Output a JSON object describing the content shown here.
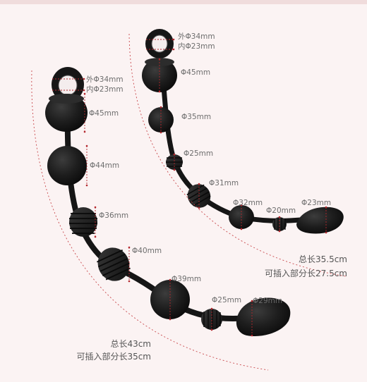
{
  "large_toy": {
    "labels": {
      "ring_outer": "外Φ34mm",
      "ring_inner": "内Φ23mm",
      "ball1": "Φ45mm",
      "ball2": "Φ44mm",
      "ball3": "Φ36mm",
      "ball4": "Φ40mm",
      "ball5": "Φ39mm",
      "ball6": "Φ25mm",
      "tip": "Φ29mm"
    },
    "total_length": "总长43cm",
    "insertable_length": "可插入部分长35cm"
  },
  "small_toy": {
    "labels": {
      "ring_outer": "外Φ34mm",
      "ring_inner": "内Φ23mm",
      "ball1": "Φ45mm",
      "ball2": "Φ35mm",
      "ball3": "Φ25mm",
      "ball4": "Φ31mm",
      "ball5": "Φ32mm",
      "ball6": "Φ20mm",
      "tip": "Φ23mm"
    },
    "total_length": "总长35.5cm",
    "insertable_length": "可插入部分长27.5cm"
  },
  "colors": {
    "accent": "#b3272d",
    "product": "#1a1a1a",
    "background": "#fbf3f3"
  }
}
